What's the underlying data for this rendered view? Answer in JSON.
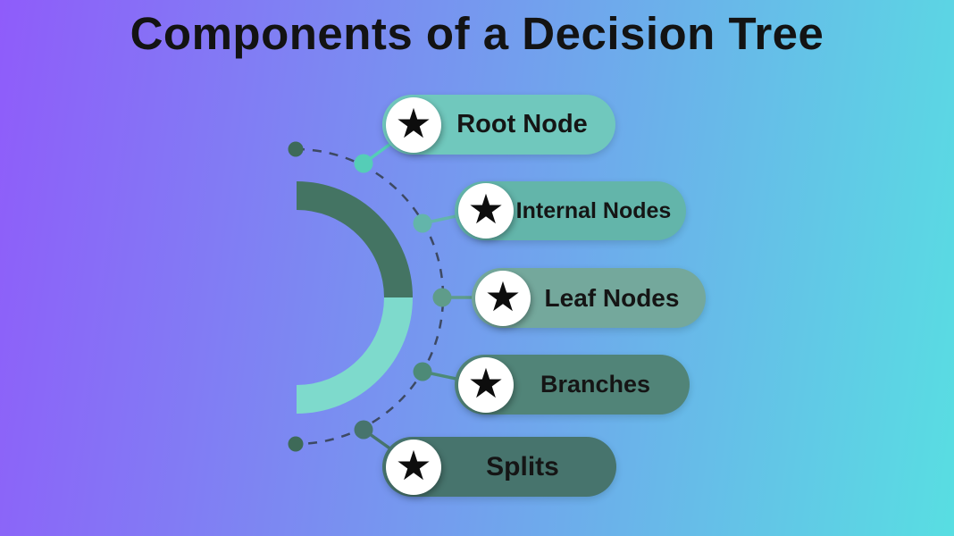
{
  "title": "Components of a Decision Tree",
  "star_icon": "★",
  "colors": {
    "background_left": "#8f5cfa",
    "background_right": "#58dee2",
    "title_text": "#131313",
    "label_text": "#151515",
    "dashed_guide": "#3d4963",
    "ring_top_half": "#447463",
    "ring_bottom_half": "#7edacc",
    "end_dot": "#3e6a58",
    "badge_background": "#ffffff",
    "star": "#0d0d0d"
  },
  "items": [
    {
      "label": "Root Node",
      "pill_color": "#70c8bd",
      "dot_color": "#55cdb7"
    },
    {
      "label": "Internal Nodes",
      "pill_color": "#63b5aa",
      "dot_color": "#63b5aa"
    },
    {
      "label": "Leaf Nodes",
      "pill_color": "#74a89c",
      "dot_color": "#5f9c8a"
    },
    {
      "label": "Branches",
      "pill_color": "#518478",
      "dot_color": "#4d8a77"
    },
    {
      "label": "Splits",
      "pill_color": "#47746d",
      "dot_color": "#47746d"
    }
  ]
}
